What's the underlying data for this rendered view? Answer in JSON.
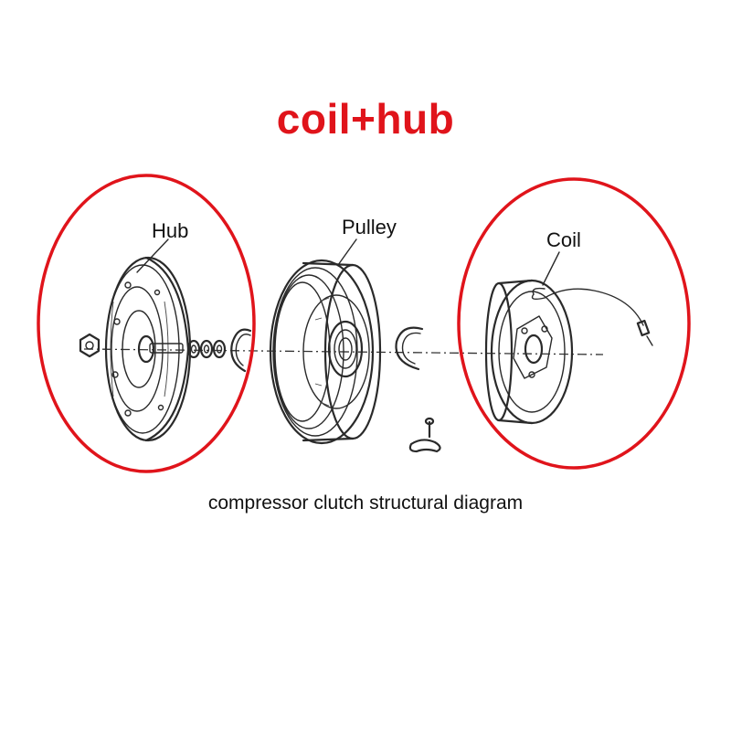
{
  "title": "coil+hub",
  "caption": "compressor clutch structural diagram",
  "labels": {
    "hub": "Hub",
    "pulley": "Pulley",
    "coil": "Coil"
  },
  "colors": {
    "highlight": "#e0141b",
    "ink": "#2a2a2a",
    "text": "#111111"
  }
}
